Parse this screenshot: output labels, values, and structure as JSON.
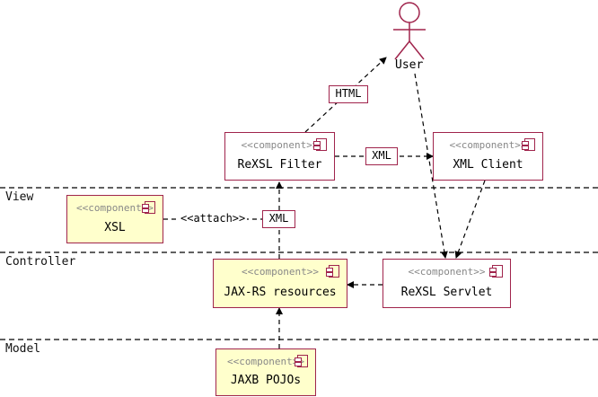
{
  "layers": {
    "view": "View",
    "controller": "Controller",
    "model": "Model"
  },
  "actor": {
    "label": "User"
  },
  "stereotype": "<<component>>",
  "components": {
    "rexsl_filter": "ReXSL Filter",
    "xml_client": "XML Client",
    "xsl": "XSL",
    "jaxrs_resources": "JAX-RS resources",
    "rexsl_servlet": "ReXSL Servlet",
    "jaxb_pojos": "JAXB POJOs"
  },
  "edge_labels": {
    "html": "HTML",
    "xml_filter_client": "XML",
    "xml_resources_filter": "XML",
    "attach": "<<attach>>"
  },
  "colors": {
    "border": "#a0244c",
    "highlight_fill": "#ffffcc",
    "plain_fill": "#ffffff"
  }
}
